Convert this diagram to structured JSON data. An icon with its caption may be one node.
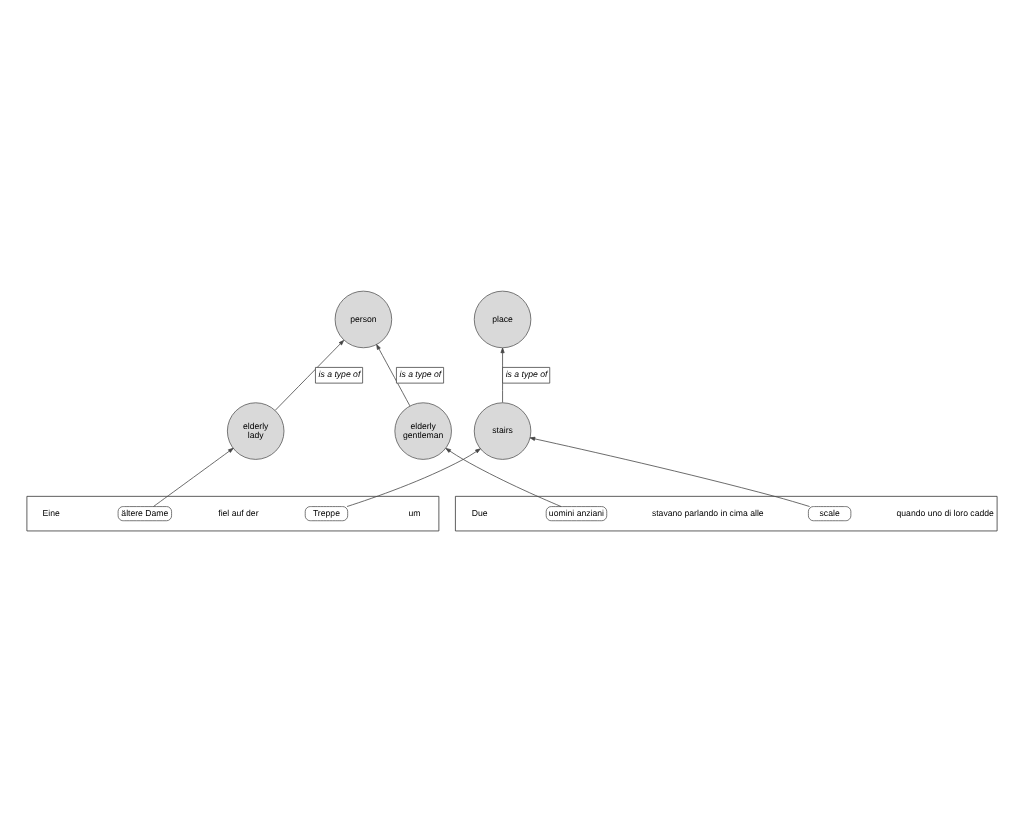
{
  "diagram": {
    "nodes": [
      {
        "text": [
          "person"
        ]
      },
      {
        "text": [
          "place"
        ]
      },
      {
        "text": [
          "elderly lady"
        ]
      },
      {
        "text": [
          "elderly gentleman"
        ]
      },
      {
        "text": [
          "stairs"
        ]
      },
      {
        "text": [
          "Eine",
          "fiel auf der",
          "um"
        ]
      },
      {
        "text": [
          "ältere Dame"
        ],
        "in": 5
      },
      {
        "text": [
          "Treppe"
        ],
        "in": 5
      },
      {
        "text": [
          "Due",
          "stavano parlando in cima alle",
          "quando uno di loro cadde"
        ]
      },
      {
        "text": [
          "uomini anziani"
        ],
        "in": 8
      },
      {
        "text": [
          "scale"
        ],
        "in": 8
      }
    ],
    "edges": [
      {
        "from": 2,
        "to": 0,
        "arrow": "to",
        "label": "is a type of"
      },
      {
        "from": 3,
        "to": 0,
        "arrow": "to",
        "label": "is a type of"
      },
      {
        "from": 4,
        "to": 1,
        "arrow": "to",
        "label": "is a type of"
      },
      {
        "from": 6,
        "to": 2,
        "arrow": "to"
      },
      {
        "from": 9,
        "to": 3,
        "arrow": "to"
      },
      {
        "from": 7,
        "to": 4,
        "arrow": "to"
      },
      {
        "from": 10,
        "to": 4,
        "arrow": "to"
      }
    ]
  }
}
